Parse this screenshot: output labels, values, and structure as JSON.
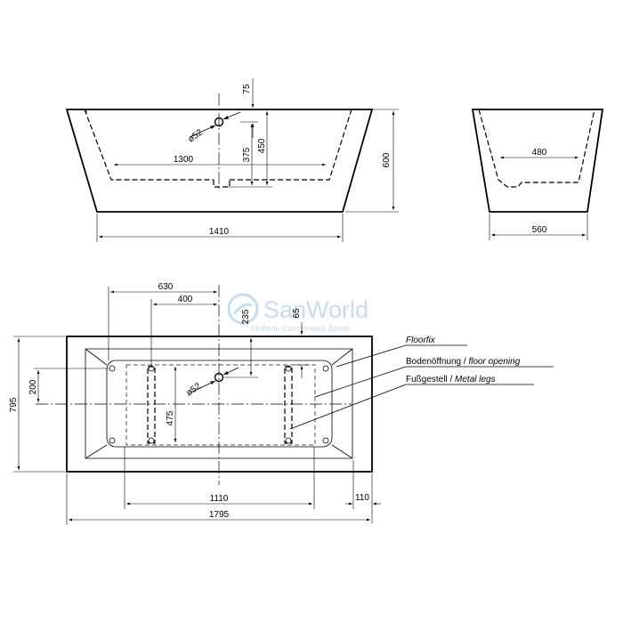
{
  "watermark": {
    "brand": "SanWorld",
    "tagline": "Мебель Сантехника Декор"
  },
  "side_view": {
    "dim_75": "75",
    "dim_450": "450",
    "dim_375": "375",
    "dim_600": "600",
    "dim_1300": "1300",
    "dim_1410": "1410",
    "dim_d52": "ø52"
  },
  "end_view": {
    "dim_480": "480",
    "dim_560": "560"
  },
  "plan_view": {
    "dim_630": "630",
    "dim_400": "400",
    "dim_235": "235",
    "dim_65": "65",
    "dim_200": "200",
    "dim_795": "795",
    "dim_475": "475",
    "dim_d52": "ø52",
    "dim_1110": "1110",
    "dim_110": "110",
    "dim_1795": "1795"
  },
  "legend": {
    "floorfix": "Floorfix",
    "floor_opening_de": "Bodenöffnung / ",
    "floor_opening_en": "floor opening",
    "metal_legs_de": "Fußgestell / ",
    "metal_legs_en": "Metal legs"
  }
}
